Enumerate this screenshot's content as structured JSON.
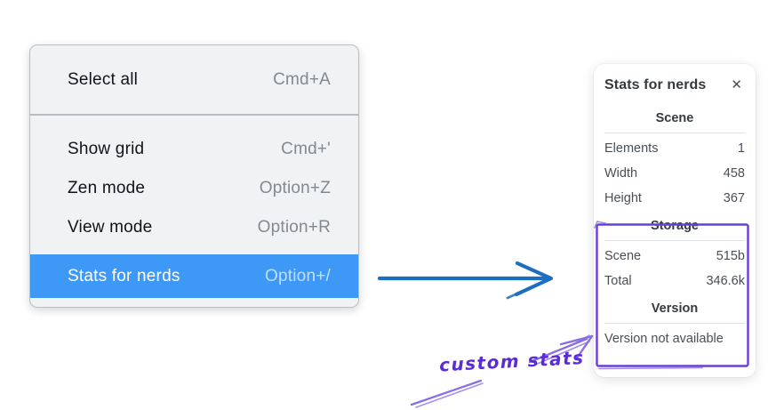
{
  "context_menu": {
    "top_section": {
      "items": [
        {
          "label": "Select all",
          "shortcut": "Cmd+A"
        }
      ]
    },
    "main_section": {
      "items": [
        {
          "label": "Show grid",
          "shortcut": "Cmd+'"
        },
        {
          "label": "Zen mode",
          "shortcut": "Option+Z"
        },
        {
          "label": "View mode",
          "shortcut": "Option+R"
        },
        {
          "label": "Stats for nerds",
          "shortcut": "Option+/"
        }
      ]
    },
    "selected_item": "Stats for nerds",
    "selection_color": "#3d99f5"
  },
  "stats_panel": {
    "title": "Stats for nerds",
    "scene_section": {
      "heading": "Scene",
      "rows": [
        {
          "label": "Elements",
          "value": "1"
        },
        {
          "label": "Width",
          "value": "458"
        },
        {
          "label": "Height",
          "value": "367"
        }
      ]
    },
    "storage_section": {
      "heading": "Storage",
      "rows": [
        {
          "label": "Scene",
          "value": "515b"
        },
        {
          "label": "Total",
          "value": "346.6k"
        }
      ]
    },
    "version_section": {
      "heading": "Version",
      "message": "Version not available"
    }
  },
  "icons": {
    "close": "✕"
  },
  "annotations": {
    "label": "custom stats",
    "label_color": "#5b2bd9",
    "blue_arrow_color": "#1c6fbf",
    "purple_rect_color": "#6a3fd3",
    "purple_arrow_color": "#8a6fe2"
  }
}
